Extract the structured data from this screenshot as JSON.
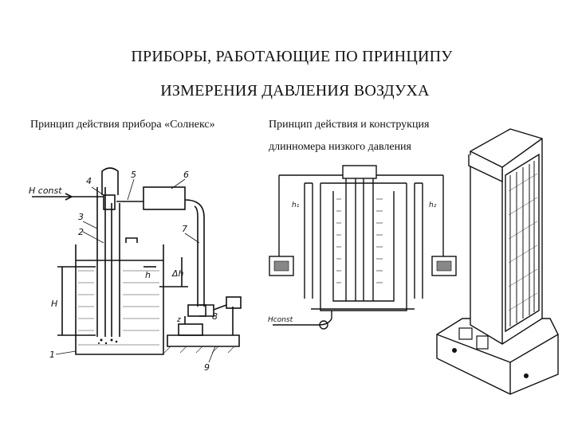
{
  "slide": {
    "title_line1": "ПРИБОРЫ, РАБОТАЮЩИЕ ПО ПРИНЦИПУ",
    "title_line2": "ИЗМЕРЕНИЯ ДАВЛЕНИЯ  ВОЗДУХА",
    "caption_left": "Принцип действия прибора «Солнекс»",
    "caption_right_line1": "Принцип действия и конструкция",
    "caption_right_line2": "длинномера низкого давления"
  },
  "figure_solex": {
    "part_labels": [
      "1",
      "2",
      "3",
      "4",
      "5",
      "6",
      "7",
      "8",
      "9"
    ],
    "h_const": "H const",
    "h": "h",
    "delta_h": "Δh",
    "big_h": "H",
    "z": "z"
  },
  "figure_lengthmeter": {
    "h1": "h₁",
    "h2": "h₂",
    "h_const": "Hconst"
  },
  "figure_instrument": {}
}
